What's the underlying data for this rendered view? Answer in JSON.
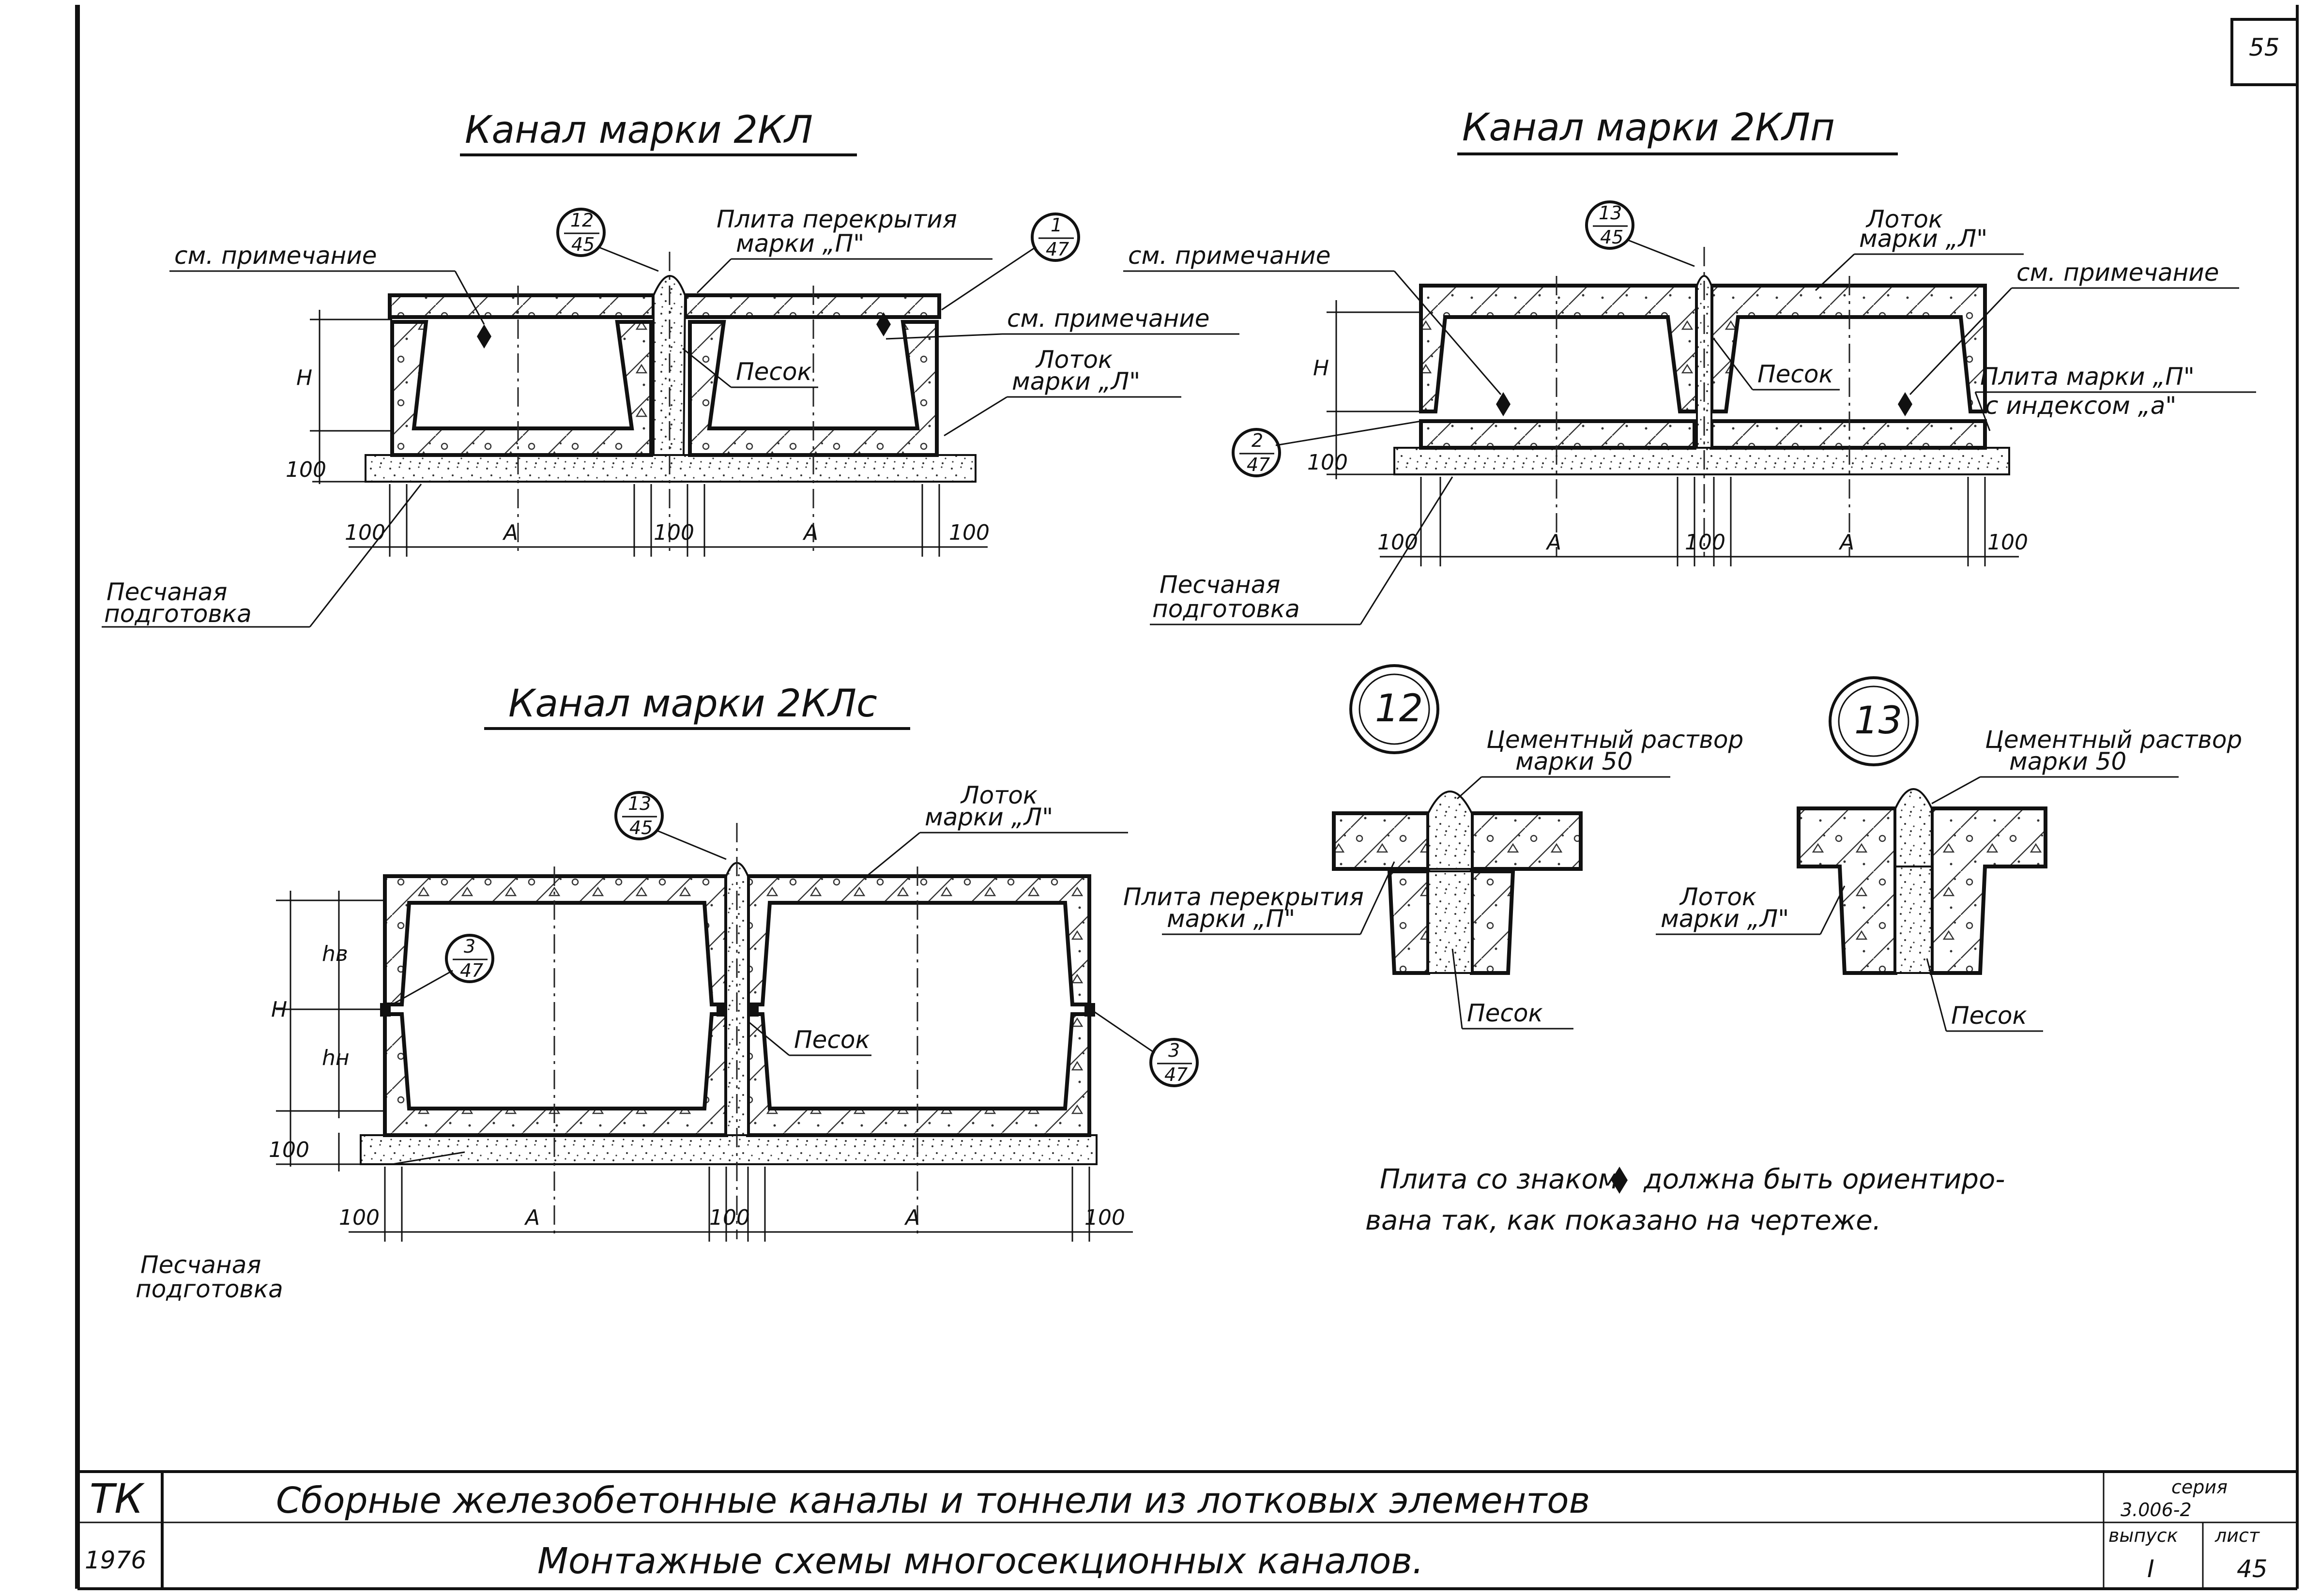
{
  "sheet": {
    "page_number": "55",
    "stamp_code": "ТК",
    "year": "1976",
    "main_title": "Сборные железобетонные каналы и тоннели из лотковых элементов",
    "subtitle": "Монтажные схемы многосекционных каналов.",
    "series_label": "серия",
    "series_value": "3.006-2",
    "issue_label": "выпуск",
    "issue_value": "I",
    "sheet_label": "лист",
    "sheet_value": "45"
  },
  "drawings": {
    "kl": {
      "title": "Канал марки 2КЛ",
      "ref_top": {
        "num": "12",
        "den": "45"
      },
      "ref_right": {
        "num": "1",
        "den": "47"
      },
      "note_left": "см. примечание",
      "note_right": "см. примечание",
      "slab_label_1": "Плита перекрытия",
      "slab_label_2": "марки „П\"",
      "tray_label_1": "Лоток",
      "tray_label_2": "марки „Л\"",
      "sand": "Песок",
      "base_1": "Песчаная",
      "base_2": "подготовка",
      "dim_h": "H",
      "dim_100": "100",
      "dim_a": "A"
    },
    "klp": {
      "title": "Канал марки 2КЛп",
      "ref_top": {
        "num": "13",
        "den": "45"
      },
      "ref_left": {
        "num": "2",
        "den": "47"
      },
      "note_left": "см. примечание",
      "note_right": "см. примечание",
      "tray_label_1": "Лоток",
      "tray_label_2": "марки „Л\"",
      "slab_label_1": "Плита марки „П\"",
      "slab_label_2": "с индексом „а\"",
      "sand": "Песок",
      "base_1": "Песчаная",
      "base_2": "подготовка",
      "dim_h": "H",
      "dim_100": "100",
      "dim_a": "A"
    },
    "klc": {
      "title": "Канал марки 2КЛс",
      "ref_top": {
        "num": "13",
        "den": "45"
      },
      "ref_left": {
        "num": "3",
        "den": "47"
      },
      "ref_right": {
        "num": "3",
        "den": "47"
      },
      "tray_label_1": "Лоток",
      "tray_label_2": "марки „Л\"",
      "sand": "Песок",
      "base_1": "Песчаная",
      "base_2": "подготовка",
      "dim_h": "H",
      "dim_hv": "hв",
      "dim_hn": "hн",
      "dim_100": "100",
      "dim_a": "A"
    },
    "node12": {
      "number": "12",
      "mortar_1": "Цементный раствор",
      "mortar_2": "марки 50",
      "slab_1": "Плита перекрытия",
      "slab_2": "марки „П\"",
      "sand": "Песок"
    },
    "node13": {
      "number": "13",
      "mortar_1": "Цементный раствор",
      "mortar_2": "марки 50",
      "tray_1": "Лоток",
      "tray_2": "марки „Л\"",
      "sand": "Песок"
    }
  },
  "note": {
    "line1_before": "Плита со знаком",
    "line1_after": "должна быть ориентиро-",
    "line2": "вана так, как показано на чертеже."
  }
}
